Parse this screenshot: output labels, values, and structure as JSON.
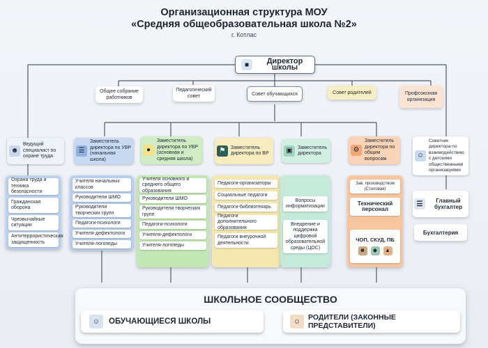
{
  "title": {
    "line1": "Организационная структура МОУ",
    "line2": "«Средняя общеобразовательная школа №2»",
    "city": "г. Котлас"
  },
  "director": "Директор школы",
  "councils": [
    "Общее собрание работников",
    "Педагогический совет",
    "Совет обучающихся",
    "Совет родителей",
    "Профсоюзная организация"
  ],
  "safety": {
    "head": "Ведущий специалист по охране труда",
    "items": [
      "Охрана труда и техника безопасности",
      "Гражданская оборона",
      "Чрезвычайные ситуации",
      "Антитеррористическая защищенность"
    ]
  },
  "uvr_primary": {
    "head": "Заместитель директора по УВР (начальная школа)",
    "items": [
      "Учителя начальных классов",
      "Руководители ШМО",
      "Руководители творческих групп",
      "Педагоги-психологи",
      "Учителя-дефектологи",
      "Учителя-логопеды"
    ]
  },
  "uvr_secondary": {
    "head": "Заместитель директора по УВР (основная и средняя школа)",
    "items": [
      "Учителя основного и среднего общего образования",
      "Руководители ШМО",
      "Руководители творческих групп",
      "Педагоги-психологи",
      "Учителя-дефектологи",
      "Учителя-логопеды"
    ]
  },
  "vr": {
    "head": "Заместитель директора по ВР",
    "items": [
      "Педагоги-организаторы",
      "Социальные педагоги",
      "Педагоги-библиотекарь",
      "Педагоги дополнительного образования",
      "Педагоги внеурочной деятельности"
    ]
  },
  "it": {
    "head": "Заместитель директора",
    "items": [
      "Вопросы информатизации",
      "Внедрение и поддержка цифровой образовательной среды (ЦОС)"
    ]
  },
  "general": {
    "head": "Заместитель директора по общим вопросам",
    "items": [
      "Зав. производством (Столовая)",
      "Технический персонал",
      "ЧОП, СКУД, ПБ"
    ]
  },
  "advisor": {
    "head": "Советник директора по взаимодействию с детскими общественными организациями",
    "accountant": "Главный бухгалтер",
    "accounting": "Бухгалтерия"
  },
  "community": {
    "title": "ШКОЛЬНОЕ СООБЩЕСТВО",
    "students": "ОБУЧАЮЩИЕСЯ ШКОЛЫ",
    "parents": "РОДИТЕЛИ (ЗАКОННЫЕ ПРЕДСТАВИТЕЛИ)"
  },
  "colors": {
    "blue": "#b9d0ee",
    "green": "#c4e8b5",
    "yellow": "#f4e7b0",
    "teal": "#c4eadc",
    "orange": "#f7c6a0",
    "accent_line": "#4d5a6b"
  }
}
